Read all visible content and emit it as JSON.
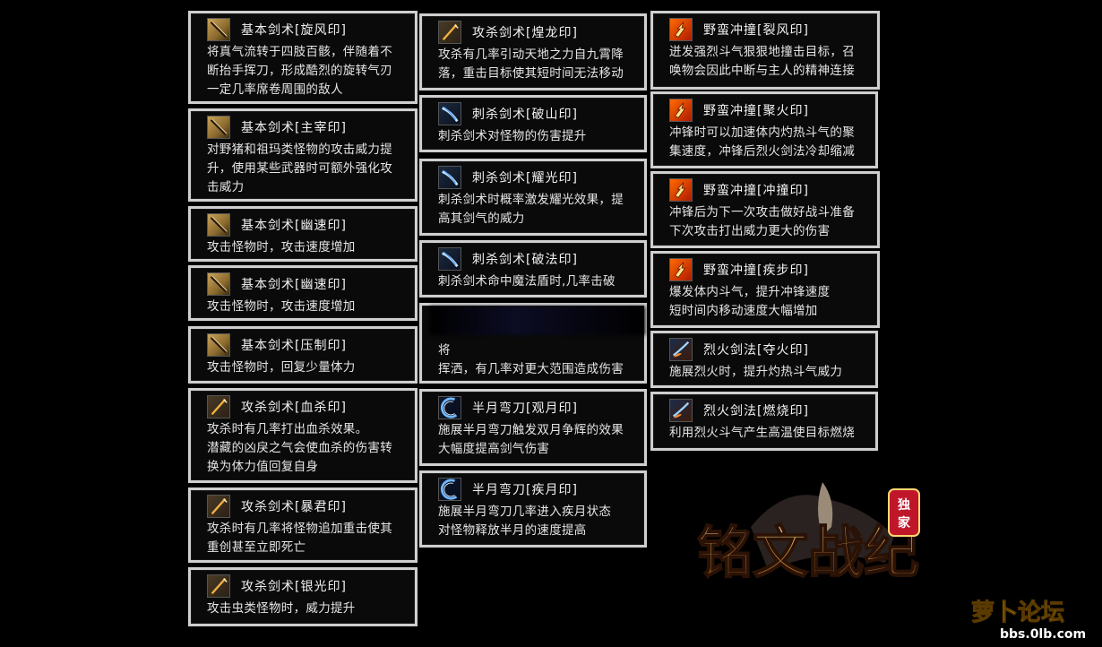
{
  "cards": [
    {
      "id": "c1",
      "col": 1,
      "icon": "basic",
      "title": "基本剑术[旋风印]",
      "desc": [
        "将真气流转于四肢百骸，伴随着不",
        "断抬手挥刀，形成酷烈的旋转气刃",
        "一定几率席卷周围的敌人"
      ]
    },
    {
      "id": "c2",
      "col": 1,
      "icon": "basic",
      "title": "基本剑术[主宰印]",
      "desc": [
        "对野猪和祖玛类怪物的攻击威力提",
        "升，使用某些武器时可额外强化攻",
        "击威力"
      ]
    },
    {
      "id": "c3",
      "col": 1,
      "icon": "basic",
      "title": "基本剑术[幽速印]",
      "desc": [
        "攻击怪物时，攻击速度增加"
      ]
    },
    {
      "id": "c4",
      "col": 1,
      "icon": "basic",
      "title": "基本剑术[幽速印]",
      "desc": [
        "攻击怪物时，攻击速度增加"
      ]
    },
    {
      "id": "c5",
      "col": 1,
      "icon": "basic",
      "title": "基本剑术[压制印]",
      "desc": [
        "攻击怪物时，回复少量体力"
      ]
    },
    {
      "id": "c6",
      "col": 1,
      "icon": "attack",
      "title": "攻杀剑术[血杀印]",
      "desc": [
        "攻杀时有几率打出血杀效果。",
        "潜藏的凶戾之气会使血杀的伤害转",
        "换为体力值回复自身"
      ]
    },
    {
      "id": "c7",
      "col": 1,
      "icon": "attack",
      "title": "攻杀剑术[暴君印]",
      "desc": [
        "攻杀时有几率将怪物追加重击使其",
        "重创甚至立即死亡"
      ]
    },
    {
      "id": "c8",
      "col": 1,
      "icon": "attack",
      "title": "攻杀剑术[银光印]",
      "desc": [
        "攻击虫类怪物时，威力提升"
      ]
    },
    {
      "id": "c9",
      "col": 2,
      "icon": "attack",
      "title": "攻杀剑术[煌龙印]",
      "desc": [
        "攻杀有几率引动天地之力自九霄降",
        "落，重击目标使其短时间无法移动"
      ]
    },
    {
      "id": "c10",
      "col": 2,
      "icon": "thrust",
      "title": "刺杀剑术[破山印]",
      "desc": [
        "刺杀剑术对怪物的伤害提升"
      ]
    },
    {
      "id": "c11",
      "col": 2,
      "icon": "thrust",
      "title": "刺杀剑术[耀光印]",
      "desc": [
        "刺杀剑术时概率激发耀光效果，提",
        "高其剑气的威力"
      ]
    },
    {
      "id": "c12",
      "col": 2,
      "icon": "thrust",
      "title": "刺杀剑术[破法印]",
      "desc": [
        "刺杀剑术命中魔法盾时,几率击破"
      ]
    },
    {
      "id": "c13",
      "col": 2,
      "icon": "none",
      "title": "",
      "desc": [
        "将",
        "挥洒，有几率对更大范围造成伤害"
      ]
    },
    {
      "id": "c14",
      "col": 2,
      "icon": "moon",
      "title": "半月弯刀[观月印]",
      "desc": [
        "施展半月弯刀触发双月争辉的效果",
        "大幅度提高剑气伤害"
      ]
    },
    {
      "id": "c15",
      "col": 2,
      "icon": "moon",
      "title": "半月弯刀[疾月印]",
      "desc": [
        "施展半月弯刀几率进入疾月状态",
        "对怪物释放半月的速度提高"
      ]
    },
    {
      "id": "c16",
      "col": 3,
      "icon": "charge",
      "title": "野蛮冲撞[裂风印]",
      "desc": [
        "迸发强烈斗气狠狠地撞击目标，召",
        "唤物会因此中断与主人的精神连接"
      ]
    },
    {
      "id": "c17",
      "col": 3,
      "icon": "charge",
      "title": "野蛮冲撞[聚火印]",
      "desc": [
        "冲锋时可以加速体内灼热斗气的聚",
        "集速度，冲锋后烈火剑法冷却缩减"
      ]
    },
    {
      "id": "c18",
      "col": 3,
      "icon": "charge",
      "title": "野蛮冲撞[冲撞印]",
      "desc": [
        "冲锋后为下一次攻击做好战斗准备",
        "下次攻击打出威力更大的伤害"
      ]
    },
    {
      "id": "c19",
      "col": 3,
      "icon": "charge",
      "title": "野蛮冲撞[疾步印]",
      "desc": [
        "爆发体内斗气，提升冲锋速度",
        "短时间内移动速度大幅增加"
      ]
    },
    {
      "id": "c20",
      "col": 3,
      "icon": "fire",
      "title": "烈火剑法[夺火印]",
      "desc": [
        "施展烈火时，提升灼热斗气威力"
      ]
    },
    {
      "id": "c21",
      "col": 3,
      "icon": "fire",
      "title": "烈火剑法[燃烧印]",
      "desc": [
        "利用烈火斗气产生高温使目标燃烧"
      ]
    }
  ],
  "logo": {
    "title": "铭文战纪",
    "badge": "独家"
  },
  "watermark": {
    "name": "萝卜论坛",
    "url": "bbs.0lb.com"
  }
}
